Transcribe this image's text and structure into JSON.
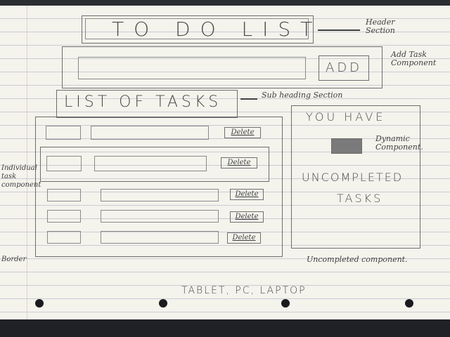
{
  "header": {
    "title": "TO DO LIST"
  },
  "add_task": {
    "button_label": "ADD"
  },
  "subheading": {
    "text": "LIST OF TASKS"
  },
  "tasks": [
    {
      "delete_label": "Delete"
    },
    {
      "delete_label": "Delete"
    },
    {
      "delete_label": "Delete"
    },
    {
      "delete_label": "Delete"
    },
    {
      "delete_label": "Delete"
    }
  ],
  "counter": {
    "line1": "YOU HAVE",
    "line2": "UNCOMPLETED",
    "line3": "TASKS"
  },
  "annotations": {
    "header": "Header Section",
    "add_task": "Add Task Component",
    "subheading": "Sub heading Section",
    "dynamic": "Dynamic Component.",
    "individual_task": "Individual task component",
    "uncompleted": "Uncompleted component.",
    "border": "Border",
    "devices": "TABLET, PC, LAPTOP"
  },
  "colors": {
    "paper": "#f4f3ec",
    "pencil": "#6d6d6d",
    "rule_lines": "#c9ccd4"
  }
}
